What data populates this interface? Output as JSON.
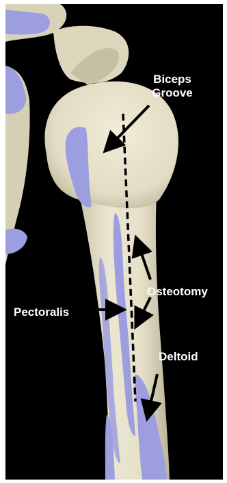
{
  "labels": {
    "biceps_groove_line1": "Biceps",
    "biceps_groove_line2": "Groove",
    "osteotomy": "Osteotomy",
    "pectoralis": "Pectoralis",
    "deltoid": "Deltoid"
  },
  "colors": {
    "background": "#000000",
    "bone": "#e9e4cf",
    "bone_shadow": "#c7c1a6",
    "muscle_insertion": "#9d9ee0",
    "label_text": "#ffffff",
    "arrow": "#000000"
  },
  "icons": {
    "arrow": "black-arrow-icon",
    "osteotomy_line": "dashed-line"
  }
}
